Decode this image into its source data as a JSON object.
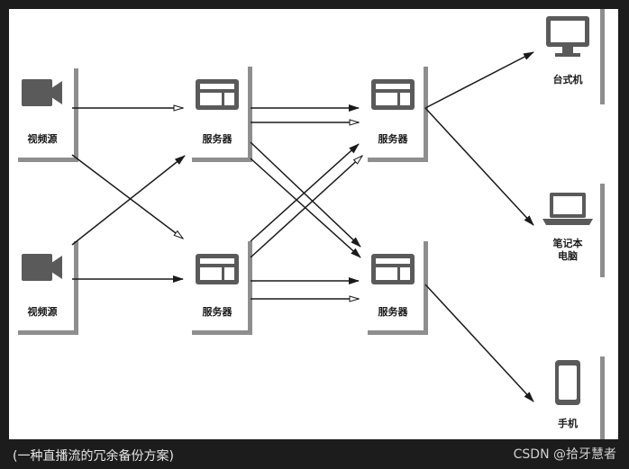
{
  "caption": "(一种直播流的冗余备份方案)",
  "watermark": "CSDN @拾牙慧者",
  "nodes": {
    "source_1": {
      "label": "视频源",
      "icon": "video-camera-icon"
    },
    "source_2": {
      "label": "视频源",
      "icon": "video-camera-icon"
    },
    "server_1": {
      "label": "服务器",
      "icon": "server-icon"
    },
    "server_2": {
      "label": "服务器",
      "icon": "server-icon"
    },
    "server_3": {
      "label": "服务器",
      "icon": "server-icon"
    },
    "server_4": {
      "label": "服务器",
      "icon": "server-icon"
    },
    "desktop": {
      "label": "台式机",
      "icon": "desktop-monitor-icon"
    },
    "laptop": {
      "label": "笔记本\n电脑",
      "icon": "laptop-icon"
    },
    "phone": {
      "label": "手机",
      "icon": "mobile-phone-icon"
    }
  },
  "edges": [
    {
      "from": "source_1",
      "to": "server_1",
      "style": "open-arrow"
    },
    {
      "from": "source_1",
      "to": "server_2",
      "style": "open-arrow"
    },
    {
      "from": "source_2",
      "to": "server_1",
      "style": "solid-arrow"
    },
    {
      "from": "source_2",
      "to": "server_2",
      "style": "solid-arrow"
    },
    {
      "from": "server_1",
      "to": "server_3",
      "style": "solid-arrow"
    },
    {
      "from": "server_1",
      "to": "server_3",
      "style": "open-arrow"
    },
    {
      "from": "server_1",
      "to": "server_4",
      "style": "solid-arrow"
    },
    {
      "from": "server_1",
      "to": "server_4",
      "style": "solid-arrow"
    },
    {
      "from": "server_2",
      "to": "server_3",
      "style": "solid-arrow"
    },
    {
      "from": "server_2",
      "to": "server_3",
      "style": "open-arrow"
    },
    {
      "from": "server_2",
      "to": "server_4",
      "style": "solid-arrow"
    },
    {
      "from": "server_2",
      "to": "server_4",
      "style": "open-arrow"
    },
    {
      "from": "server_3",
      "to": "desktop",
      "style": "solid-arrow"
    },
    {
      "from": "server_3",
      "to": "laptop",
      "style": "solid-arrow"
    },
    {
      "from": "server_4",
      "to": "phone",
      "style": "solid-arrow"
    }
  ],
  "colors": {
    "icon": "#5a5a5a",
    "shadow": "#8e8e8e",
    "line": "#1a1a1a",
    "background": "#1c1c1c"
  }
}
